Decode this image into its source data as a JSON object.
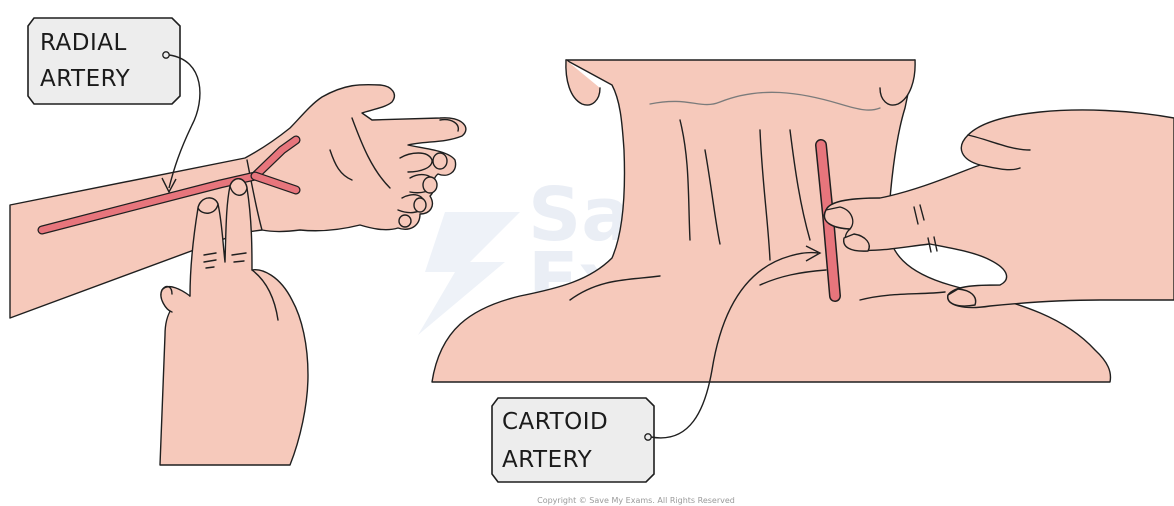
{
  "labels": {
    "radial_line1": "RADIAL",
    "radial_line2": "ARTERY",
    "carotid_line1": "CARTOID",
    "carotid_line2": "ARTERY"
  },
  "watermark": {
    "line1": "Save My",
    "line2": "Exams"
  },
  "copyright": "Copyright © Save My Exams. All Rights Reserved",
  "colors": {
    "skin": "#f6c9bb",
    "skin_shadow": "#efb8a7",
    "artery": "#e7757c",
    "outline": "#1f1f1f",
    "tag_fill": "#ededed"
  }
}
